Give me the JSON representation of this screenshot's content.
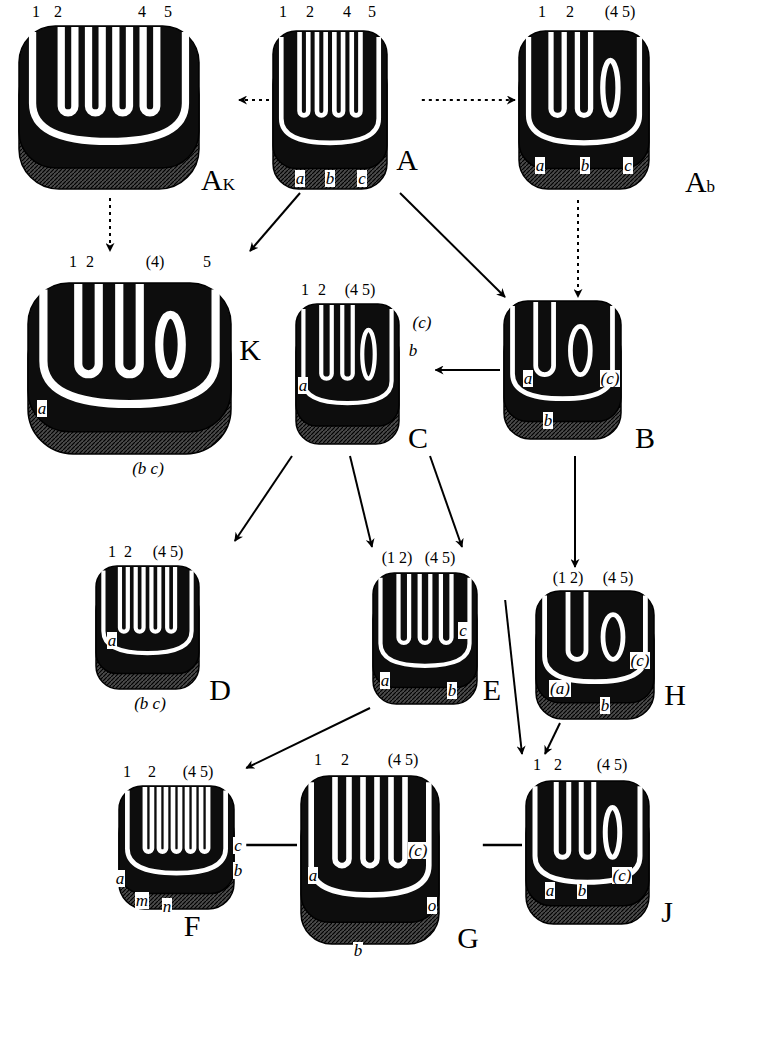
{
  "diagram": {
    "nodes": [
      {
        "text": [
          "AK",
          "1",
          "2",
          "4",
          "5"
        ]
      },
      {
        "text": [
          "A",
          "1",
          "2",
          "4",
          "5",
          "a",
          "b",
          "c"
        ]
      },
      {
        "text": [
          "Ab",
          "1",
          "2",
          "(4 5)",
          "a",
          "b",
          "c"
        ]
      },
      {
        "text": [
          "K",
          "1",
          "2",
          "(4)",
          "5",
          "a",
          "(b c)"
        ]
      },
      {
        "text": [
          "C",
          "1",
          "2",
          "(4 5)",
          "a",
          "b",
          "(c)"
        ]
      },
      {
        "text": [
          "B",
          "a",
          "b",
          "(c)"
        ]
      },
      {
        "text": [
          "D",
          "1",
          "2",
          "(4 5)",
          "a",
          "(b c)"
        ]
      },
      {
        "text": [
          "E",
          "(1 2)",
          "(4 5)",
          "a",
          "b",
          "c"
        ]
      },
      {
        "text": [
          "H",
          "(1 2)",
          "(4 5)",
          "(a)",
          "b",
          "(c)"
        ]
      },
      {
        "text": [
          "F",
          "1",
          "2",
          "(4 5)",
          "a",
          "m",
          "n",
          "c",
          "b"
        ]
      },
      {
        "text": [
          "G",
          "1",
          "2",
          "(4 5)",
          "a",
          "b",
          "o",
          "(c)"
        ]
      },
      {
        "text": [
          "J",
          "1",
          "2",
          "(4 5)",
          "a",
          "b",
          "(c)"
        ]
      }
    ],
    "edges": [
      {
        "from": 1,
        "to": 0,
        "arrow": "to"
      },
      {
        "from": 1,
        "to": 2,
        "arrow": "to"
      },
      {
        "from": 0,
        "to": 3,
        "arrow": "to"
      },
      {
        "from": 1,
        "to": 3,
        "arrow": "to"
      },
      {
        "from": 1,
        "to": 5,
        "arrow": "to"
      },
      {
        "from": 2,
        "to": 5,
        "arrow": "to"
      },
      {
        "from": 5,
        "to": 4,
        "arrow": "to"
      },
      {
        "from": 5,
        "to": 8,
        "arrow": "to"
      },
      {
        "from": 4,
        "to": 6,
        "arrow": "to"
      },
      {
        "from": 4,
        "to": 7,
        "arrow": "to"
      },
      {
        "from": 4,
        "to": 7,
        "arrow": "to"
      },
      {
        "from": 7,
        "to": 11,
        "arrow": "to"
      },
      {
        "from": 8,
        "to": 11,
        "arrow": "to"
      },
      {
        "from": 7,
        "to": 9,
        "arrow": "to"
      },
      {
        "from": 9,
        "to": 10,
        "arrow": "none"
      },
      {
        "from": 10,
        "to": 11,
        "arrow": "none"
      }
    ]
  }
}
